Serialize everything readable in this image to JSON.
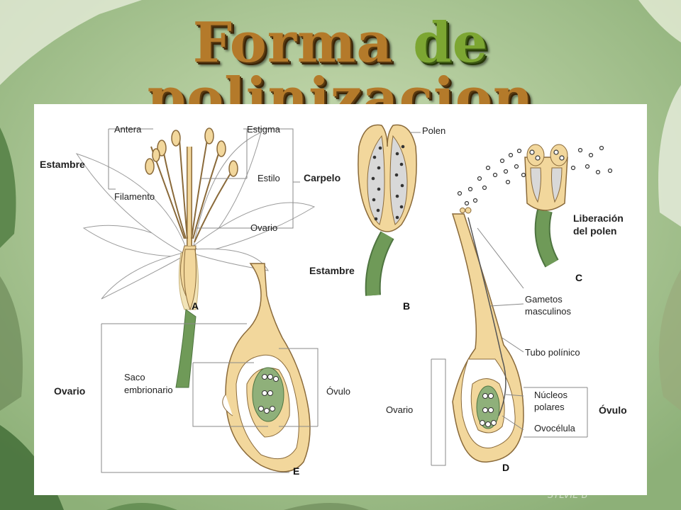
{
  "title": {
    "part1": "Forma ",
    "part2": "de ",
    "part3": "polinizacion"
  },
  "signature": "SYLVIE B",
  "colors": {
    "tissue": "#f2d79c",
    "outline": "#8a6a3a",
    "stem": "#6f9a58",
    "sac": "#8fb07a",
    "bg_green": "#9fbf86"
  },
  "diagram": {
    "A": {
      "letter": "A",
      "labels": {
        "antera": "Antera",
        "estigma": "Estigma",
        "estambre": "Estambre",
        "estilo": "Estilo",
        "carpelo": "Carpelo",
        "filamento": "Filamento",
        "ovario": "Ovario"
      }
    },
    "B": {
      "letter": "B",
      "labels": {
        "polen": "Polen",
        "estambre": "Estambre"
      }
    },
    "C": {
      "letter": "C",
      "labels": {
        "liberacion1": "Liberación",
        "liberacion2": "del polen"
      }
    },
    "D": {
      "letter": "D",
      "labels": {
        "gametos1": "Gametos",
        "gametos2": "masculinos",
        "tubo": "Tubo polínico",
        "nucleos1": "Núcleos",
        "nucleos2": "polares",
        "ovulo": "Óvulo",
        "ovario": "Ovario",
        "ovocelula": "Ovocélula"
      }
    },
    "E": {
      "letter": "E",
      "labels": {
        "ovario": "Ovario",
        "saco1": "Saco",
        "saco2": "embrionario",
        "ovulo": "Óvulo"
      }
    }
  }
}
